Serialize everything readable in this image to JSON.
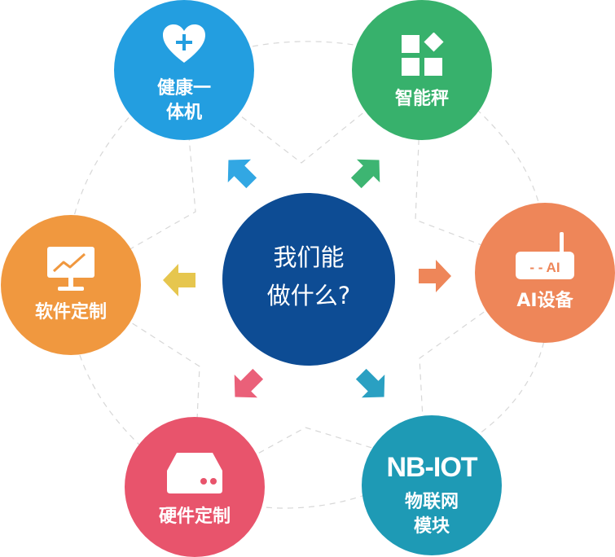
{
  "center": {
    "line1": "我们能",
    "line2": "做什么?",
    "color": "#0d4c94"
  },
  "nodes": [
    {
      "id": "health",
      "lines": [
        "健康一",
        "体机"
      ],
      "color": "#239ee0",
      "icon": "heart-plus-icon"
    },
    {
      "id": "scale",
      "lines": [
        "智能秤"
      ],
      "color": "#37b16c",
      "icon": "grid-blocks-icon"
    },
    {
      "id": "ai",
      "lines": [
        "AI设备"
      ],
      "color": "#ee8659",
      "icon": "router-antenna-icon",
      "icon_text": "- - AI"
    },
    {
      "id": "nbiot",
      "title": "NB-IOT",
      "lines": [
        "物联网",
        "模块"
      ],
      "color": "#1e9ab5"
    },
    {
      "id": "hardware",
      "lines": [
        "硬件定制"
      ],
      "color": "#e8546c",
      "icon": "server-box-icon"
    },
    {
      "id": "software",
      "lines": [
        "软件定制"
      ],
      "color": "#f0983f",
      "icon": "monitor-chart-icon"
    }
  ],
  "arrow_colors": {
    "health": "#32a7e3",
    "scale": "#3db572",
    "ai": "#ee8659",
    "nbiot": "#2aa0c2",
    "hardware": "#ea6079",
    "software": "#e6c64e"
  }
}
